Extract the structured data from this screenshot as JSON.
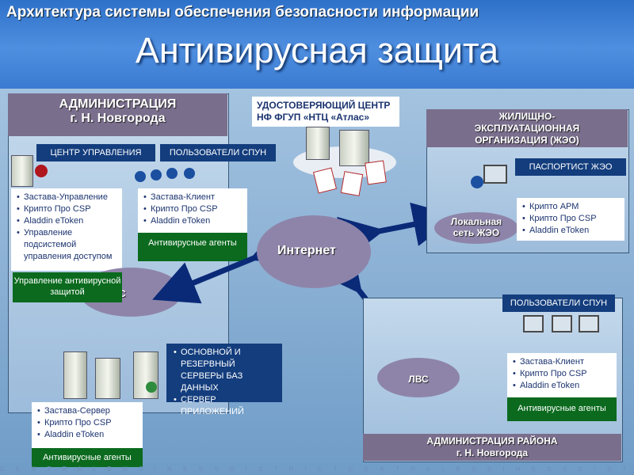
{
  "header": {
    "supertitle": "Архитектура системы обеспечения безопасности информации",
    "title": "Антивирусная защита"
  },
  "cert_center": {
    "line1": "УДОСТОВЕРЯЮЩИЙ ЦЕНТР",
    "line2": "НФ ФГУП «НТЦ «Атлас»"
  },
  "admin_city": {
    "title_line1": "АДМИНИСТРАЦИЯ",
    "title_line2": "г. Н. Новгорода",
    "control_center_label": "ЦЕНТР УПРАВЛЕНИЯ",
    "users_label": "ПОЛЬЗОВАТЕЛИ СПУН",
    "control_list": [
      "Застава-Управление",
      "Крипто Про CSP",
      "Aladdin eToken",
      "Управление подсистемой управления доступом"
    ],
    "users_list": [
      "Застава-Клиент",
      "Крипто Про CSP",
      "Aladdin eToken"
    ],
    "users_green": "Антивирусные агенты",
    "av_management": "Управление антивирусной защитой",
    "lan_fragment": "С",
    "servers_list": [
      "ОСНОВНОЙ И РЕЗЕРВНЫЙ СЕРВЕРЫ БАЗ ДАННЫХ",
      "СЕРВЕР ПРИЛОЖЕНИЙ"
    ],
    "server_software": [
      "Застава-Сервер",
      "Крипто Про CSP",
      "Aladdin eToken"
    ],
    "server_green": "Антивирусные агенты"
  },
  "internet": {
    "label": "Интернет"
  },
  "zheo": {
    "title_line1": "ЖИЛИЩНО-",
    "title_line2": "ЭКСПЛУАТАЦИОННАЯ",
    "title_line3": "ОРГАНИЗАЦИЯ (ЖЭО)",
    "passport_label": "ПАСПОРТИСТ ЖЭО",
    "lan_line1": "Локальная",
    "lan_line2": "сеть ЖЭО",
    "software": [
      "Крипто АРМ",
      "Крипто Про CSP",
      "Aladdin eToken"
    ]
  },
  "district": {
    "users_label": "ПОЛЬЗОВАТЕЛИ СПУН",
    "lan_label": "ЛВС",
    "software": [
      "Застава-Клиент",
      "Крипто Про CSP",
      "Aladdin eToken"
    ],
    "green": "Антивирусные агенты",
    "title_line1": "АДМИНИСТРАЦИЯ РАЙОНА",
    "title_line2": "г. Н. Новгорода"
  },
  "footer": {
    "strip": "C E N T R A L B U S I N E S S D I S T R I C T C E N T R A L B U S I N E S S D I S T R I C T C E N T R A"
  },
  "colors": {
    "header_blue": "#3a7bd1",
    "navy": "#133d7d",
    "green": "#0b6a1e",
    "cloud": "#8e84a9"
  }
}
